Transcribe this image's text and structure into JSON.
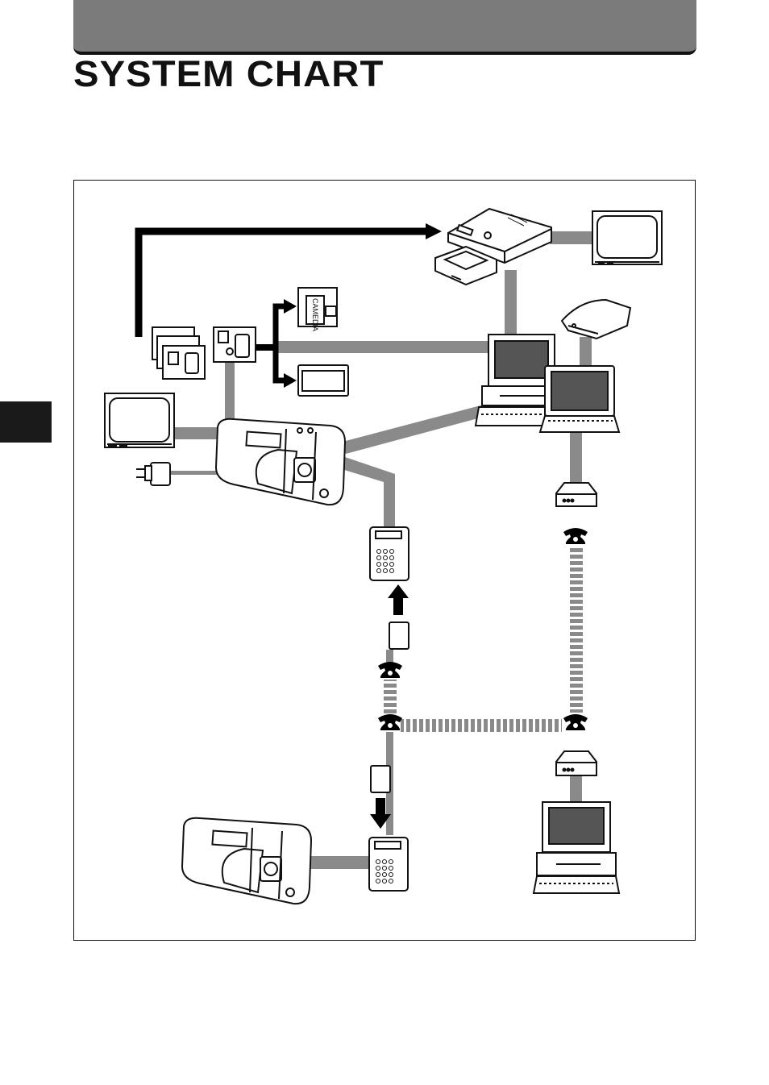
{
  "page": {
    "title": "SYSTEM CHART"
  },
  "diagram": {
    "devices": [
      {
        "id": "camera",
        "icon": "digital-camera-icon"
      },
      {
        "id": "camera-remote",
        "icon": "digital-camera-icon"
      },
      {
        "id": "card-printer",
        "icon": "card-printer-icon"
      },
      {
        "id": "tv-printer",
        "icon": "tv-monitor-icon"
      },
      {
        "id": "tv-camera",
        "icon": "tv-monitor-icon"
      },
      {
        "id": "ac-adapter",
        "icon": "ac-adapter-icon"
      },
      {
        "id": "smartmedia-cards",
        "icon": "memory-card-icon"
      },
      {
        "id": "floppy-adapter",
        "icon": "floppy-adapter-icon"
      },
      {
        "id": "floppy-disk",
        "icon": "floppy-disk-icon",
        "label": "CAMEDIA"
      },
      {
        "id": "pc-card-adapter",
        "icon": "pc-card-icon"
      },
      {
        "id": "desktop-pc",
        "icon": "desktop-computer-icon"
      },
      {
        "id": "laptop-pc",
        "icon": "laptop-computer-icon"
      },
      {
        "id": "card-reader",
        "icon": "card-reader-icon"
      },
      {
        "id": "modem-top",
        "icon": "modem-icon"
      },
      {
        "id": "modem-bottom",
        "icon": "modem-icon"
      },
      {
        "id": "data-terminal-top",
        "icon": "data-terminal-icon"
      },
      {
        "id": "data-terminal-bottom",
        "icon": "data-terminal-icon"
      },
      {
        "id": "remote-desktop-pc",
        "icon": "desktop-computer-icon"
      }
    ],
    "connection_types": [
      "cable",
      "media-transfer",
      "telephone-line"
    ],
    "colors": {
      "cable": "#8a8a8a",
      "media": "#000000",
      "line": "#111111"
    }
  }
}
